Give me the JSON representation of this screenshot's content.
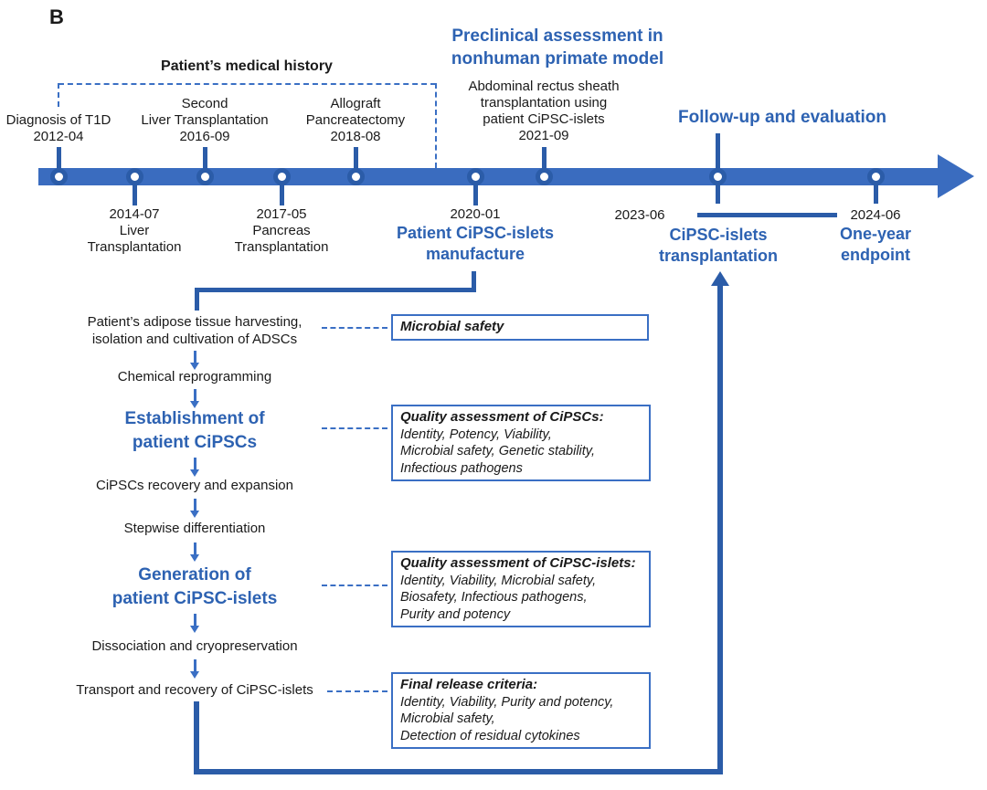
{
  "panel": {
    "label": "B"
  },
  "colors": {
    "bar_blue": "#3a6cbf",
    "dark_blue": "#2b5ca8",
    "text_blue": "#2d62b2",
    "box_border_blue": "#3a6fc4",
    "text_black": "#1a1a1a"
  },
  "timeline": {
    "history_label": "Patient’s medical history",
    "preclinical_header": [
      "Preclinical assessment in",
      "nonhuman primate model"
    ],
    "followup_header": "Follow-up and evaluation",
    "events": [
      {
        "date": "2012-04",
        "lines": [
          "Diagnosis of T1D"
        ]
      },
      {
        "date": "2014-07",
        "lines": [
          "Liver",
          "Transplantation"
        ]
      },
      {
        "date": "2016-09",
        "lines": [
          "Second",
          "Liver Transplantation"
        ]
      },
      {
        "date": "2017-05",
        "lines": [
          "Pancreas",
          "Transplantation"
        ]
      },
      {
        "date": "2018-08",
        "lines": [
          "Allograft",
          "Pancreatectomy"
        ]
      },
      {
        "date": "2020-01",
        "lines": [
          "Patient CiPSC-islets",
          "manufacture"
        ]
      },
      {
        "date": "2021-09",
        "lines": [
          "Abdominal rectus sheath",
          "transplantation using",
          "patient CiPSC-islets"
        ]
      },
      {
        "date": "2023-06",
        "lines": [
          "CiPSC-islets",
          "transplantation"
        ]
      },
      {
        "date": "2024-06",
        "lines": [
          "One-year",
          "endpoint"
        ]
      }
    ]
  },
  "flowchart": {
    "steps": [
      {
        "lines": [
          "Patient’s adipose tissue harvesting,",
          "isolation and cultivation of ADSCs"
        ]
      },
      {
        "lines": [
          "Chemical reprogramming"
        ]
      },
      {
        "lines": [
          "Establishment of",
          "patient CiPSCs"
        ]
      },
      {
        "lines": [
          "CiPSCs recovery and expansion"
        ]
      },
      {
        "lines": [
          "Stepwise differentiation"
        ]
      },
      {
        "lines": [
          "Generation of",
          "patient CiPSC-islets"
        ]
      },
      {
        "lines": [
          "Dissociation and cryopreservation"
        ]
      },
      {
        "lines": [
          "Transport and recovery of CiPSC-islets"
        ]
      }
    ],
    "boxes": [
      {
        "title": "Microbial safety",
        "lines": []
      },
      {
        "title": "Quality assessment of CiPSCs:",
        "lines": [
          "Identity, Potency, Viability,",
          "Microbial safety, Genetic stability,",
          "Infectious pathogens"
        ]
      },
      {
        "title": "Quality assessment of CiPSC-islets:",
        "lines": [
          "Identity, Viability, Microbial safety,",
          "Biosafety, Infectious pathogens,",
          "Purity and potency"
        ]
      },
      {
        "title": "Final release criteria:",
        "lines": [
          "Identity, Viability, Purity and potency,",
          "Microbial safety,",
          "Detection of residual cytokines"
        ]
      }
    ]
  }
}
